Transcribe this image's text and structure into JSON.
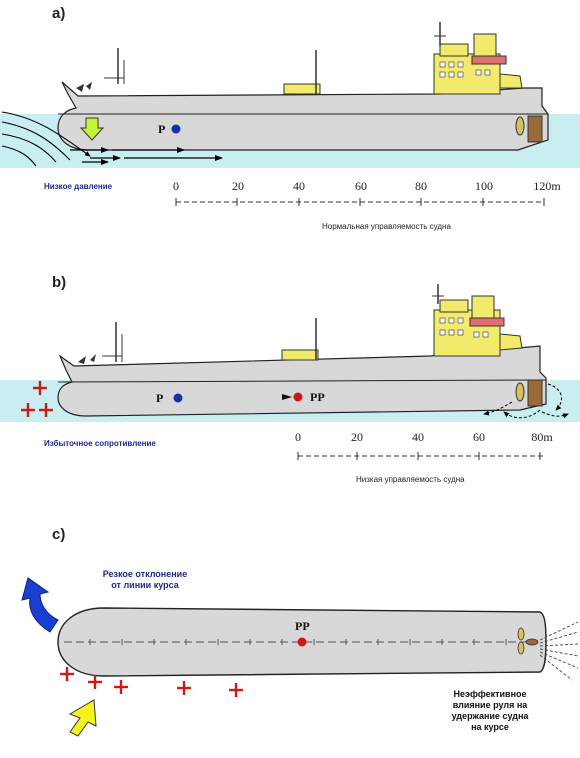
{
  "panel_a": {
    "label": "a)",
    "pivot_label": "P",
    "low_pressure": "Низкое давление",
    "caption": "Нормальная управляемость судна",
    "scale_labels": [
      "0",
      "20",
      "40",
      "60",
      "80",
      "100",
      "120m"
    ]
  },
  "panel_b": {
    "label": "b)",
    "pivot_label": "P",
    "pp_label": "PP",
    "excess_resistance": "Избыточное сопротивление",
    "caption": "Низкая управляемость судна",
    "scale_labels": [
      "0",
      "20",
      "40",
      "60",
      "80m"
    ]
  },
  "panel_c": {
    "label": "c)",
    "pp_label": "PP",
    "deviation_lines": [
      "Резкое отклонение",
      "от линии курса"
    ],
    "rudder_lines": [
      "Неэффективное",
      "влияние руля на",
      "удержание судна",
      "на курсе"
    ]
  },
  "colors": {
    "water": "#c8eef2",
    "hull": "#d8d8d8",
    "superstructure": "#f2ea6a",
    "pivot_dot": "#1530a8",
    "pp_dot": "#d01818",
    "plus": "#d01818",
    "arrow_green": "#c6f23a",
    "arrow_blue": "#1a3fd0",
    "arrow_yellow": "#f7f21a",
    "rudder": "#9a6a3a"
  }
}
